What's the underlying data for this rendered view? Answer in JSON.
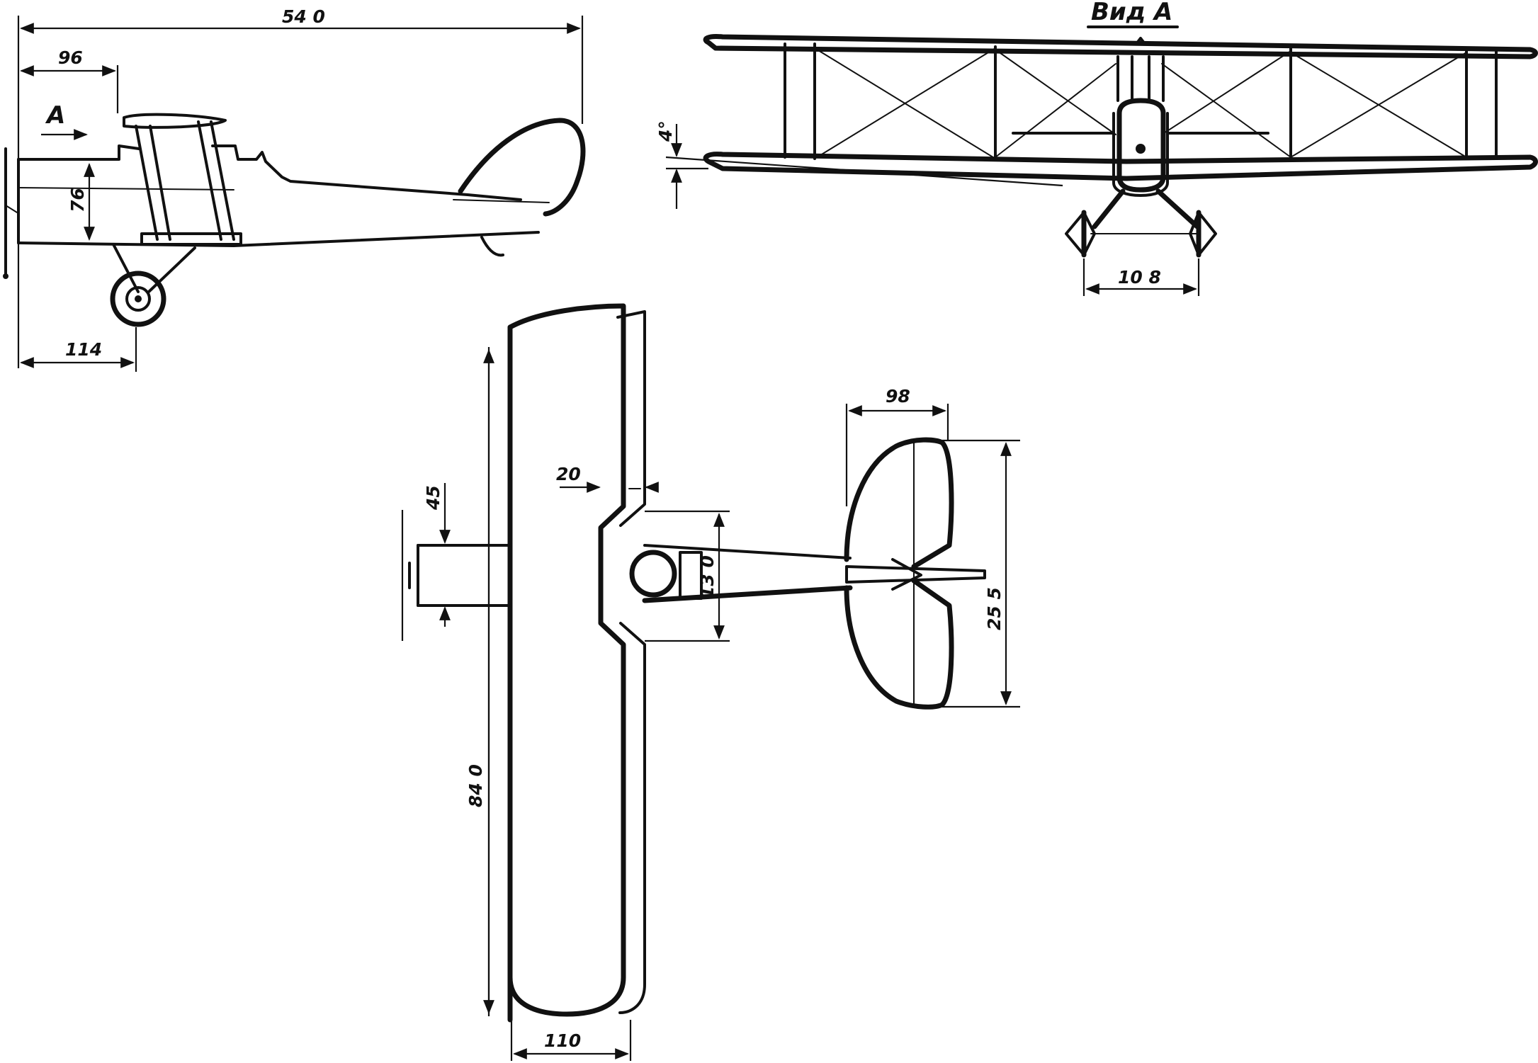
{
  "views": {
    "side": {
      "view_arrow_label": "A",
      "dimensions": {
        "overall_length": "54 0",
        "nose_to_wing": "96",
        "fuselage_height": "76",
        "nose_to_wheel": "114"
      }
    },
    "front": {
      "title": "Вид А",
      "dimensions": {
        "dihedral": "4°",
        "wheel_track": "10 8"
      }
    },
    "top": {
      "dimensions": {
        "wingspan": "84 0",
        "wing_chord": "110",
        "wing_offset": "20",
        "nose_width": "45",
        "cockpit_width": "13 0",
        "stab_chord": "98",
        "stab_span": "25 5"
      }
    }
  }
}
